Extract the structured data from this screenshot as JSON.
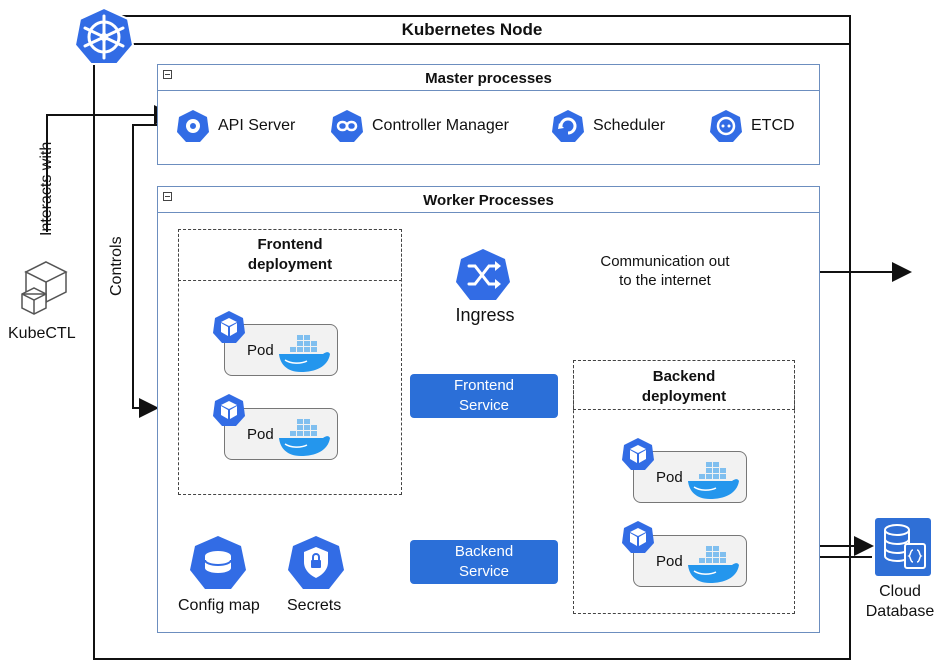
{
  "node": {
    "title": "Kubernetes Node"
  },
  "master": {
    "title": "Master processes",
    "items": [
      {
        "label": "API Server",
        "icon": "api-server-icon"
      },
      {
        "label": "Controller Manager",
        "icon": "controller-manager-icon"
      },
      {
        "label": "Scheduler",
        "icon": "scheduler-icon"
      },
      {
        "label": "ETCD",
        "icon": "etcd-icon"
      }
    ]
  },
  "worker": {
    "title": "Worker Processes",
    "frontend_deployment": {
      "title_line1": "Frontend",
      "title_line2": "deployment",
      "pods": [
        "Pod",
        "Pod"
      ]
    },
    "backend_deployment": {
      "title_line1": "Backend",
      "title_line2": "deployment",
      "pods": [
        "Pod",
        "Pod"
      ]
    },
    "frontend_service": {
      "line1": "Frontend",
      "line2": "Service"
    },
    "backend_service": {
      "line1": "Backend",
      "line2": "Service"
    },
    "ingress": {
      "label": "Ingress"
    },
    "config_map": {
      "label": "Config map"
    },
    "secrets": {
      "label": "Secrets"
    }
  },
  "external": {
    "kubectl": "KubeCTL",
    "interacts_with": "Interacts with",
    "controls": "Controls",
    "internet_line1": "Communication out",
    "internet_line2": "to the internet",
    "cloud_line1": "Cloud",
    "cloud_line2": "Database"
  },
  "colors": {
    "k8s_blue": "#326ce5",
    "service_blue": "#2b6fd8",
    "panel_border": "#6c8ebf",
    "docker_blue": "#2496ed",
    "cloud_db": "#2f6fd6"
  }
}
